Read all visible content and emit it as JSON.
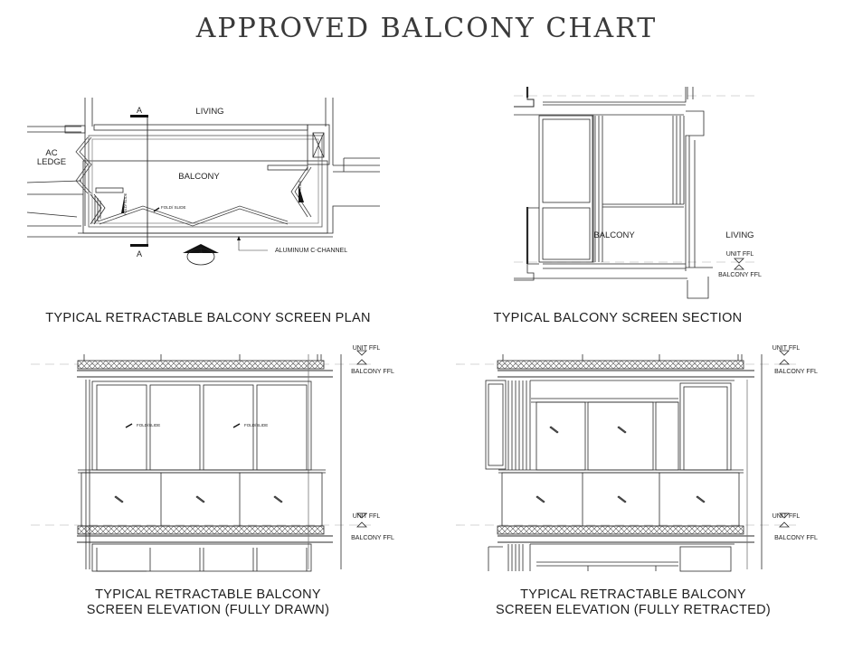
{
  "title": "APPROVED BALCONY CHART",
  "plan": {
    "caption": "TYPICAL RETRACTABLE BALCONY SCREEN PLAN",
    "labels": {
      "living": "LIVING",
      "balcony": "BALCONY",
      "ac_ledge_1": "AC",
      "ac_ledge_2": "LEDGE",
      "section_mark_top": "A",
      "section_mark_bottom": "A",
      "elevation_ref": "1",
      "fold_slide": "FOLD/ SLIDE",
      "fold_slide_left": "FOLD/ SLIDE",
      "fold_slide_right": "FOLD/ SLIDE",
      "channel": "ALUMINUM C-CHANNEL"
    }
  },
  "section": {
    "caption": "TYPICAL BALCONY SCREEN SECTION",
    "labels": {
      "balcony": "BALCONY",
      "living": "LIVING",
      "unit_ffl": "UNIT FFL",
      "balcony_ffl": "BALCONY FFL"
    }
  },
  "elevation_drawn": {
    "caption_line1": "TYPICAL RETRACTABLE BALCONY",
    "caption_line2": "SCREEN ELEVATION (FULLY DRAWN)",
    "labels": {
      "fold_slide_1": "FOLD/SLIDE",
      "fold_slide_2": "FOLD/SLIDE",
      "unit_ffl_top": "UNIT FFL",
      "balcony_ffl_top": "BALCONY FFL",
      "unit_ffl_bottom": "UNIT FFL",
      "balcony_ffl_bottom": "BALCONY FFL"
    }
  },
  "elevation_retracted": {
    "caption_line1": "TYPICAL RETRACTABLE BALCONY",
    "caption_line2": "SCREEN ELEVATION (FULLY RETRACTED)",
    "labels": {
      "unit_ffl_top": "UNIT FFL",
      "balcony_ffl_top": "BALCONY FFL",
      "unit_ffl_bottom": "UNIT FFL",
      "balcony_ffl_bottom": "BALCONY FFL"
    }
  },
  "colors": {
    "line": "#2a2a2a",
    "light": "#8a8a8a",
    "paper": "#ffffff"
  }
}
